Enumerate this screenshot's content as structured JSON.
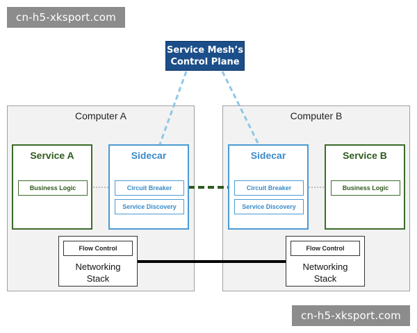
{
  "watermark": {
    "text": "cn-h5-xksport.com"
  },
  "control_plane": {
    "line1": "Service Mesh’s",
    "line2": "Control Plane"
  },
  "computer_a": {
    "title": "Computer A",
    "service": {
      "title": "Service A",
      "module": "Business Logic"
    },
    "sidecar": {
      "title": "Sidecar",
      "circuit_breaker": "Circuit Breaker",
      "service_discovery": "Service Discovery"
    },
    "network": {
      "flow_control": "Flow Control",
      "line1": "Networking",
      "line2": "Stack"
    }
  },
  "computer_b": {
    "title": "Computer B",
    "service": {
      "title": "Service B",
      "module": "Business Logic"
    },
    "sidecar": {
      "title": "Sidecar",
      "circuit_breaker": "Circuit Breaker",
      "service_discovery": "Service Discovery"
    },
    "network": {
      "flow_control": "Flow Control",
      "line1": "Networking",
      "line2": "Stack"
    }
  },
  "colors": {
    "control_plane": "#1c4f8a",
    "service_green": "#3b6b2a",
    "sidecar_blue": "#4a9ad4",
    "control_link": "#8fc6e8",
    "data_link": "#2f5a1d",
    "network_link": "#000000"
  }
}
